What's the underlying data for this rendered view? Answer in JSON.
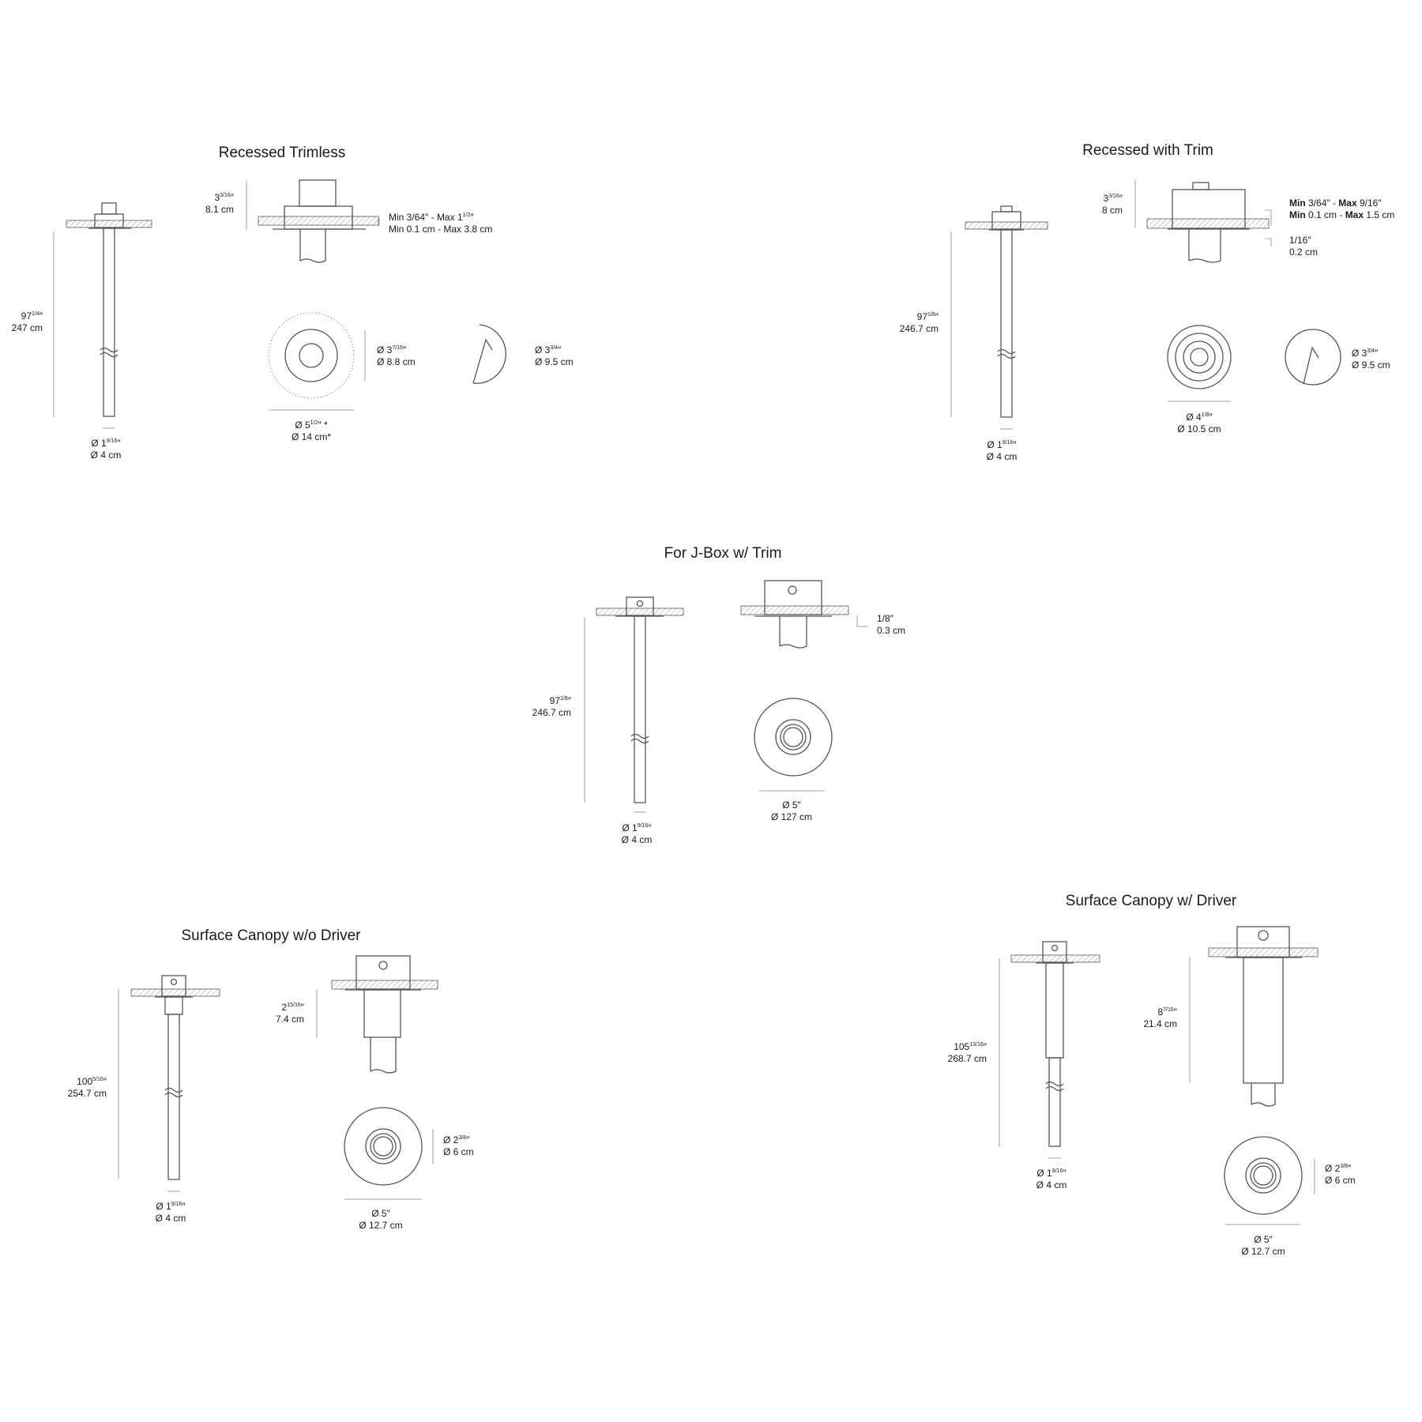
{
  "sections": {
    "trimless": {
      "title": "Recessed Trimless",
      "height_in": "97",
      "height_in_frac": "1/4",
      "height_cm": "247 cm",
      "pipe_in": "Ø 1",
      "pipe_in_frac": "9/16",
      "pipe_cm": "Ø 4 cm",
      "housing_in": "3",
      "housing_in_frac": "3/16",
      "housing_cm": "8.1 cm",
      "range_in_a": "Min 3/64″ - Max 1",
      "range_in_frac": "1/2",
      "range_cm": "Min 0.1 cm - Max 3.8 cm",
      "inner_in": "Ø 3",
      "inner_in_frac": "7/16",
      "inner_cm": "Ø 8.8 cm",
      "outer_in": "Ø 5",
      "outer_in_frac": "1/2",
      "outer_in_suffix": "″ *",
      "outer_cm": "Ø 14 cm*",
      "cutout_in": "Ø 3",
      "cutout_in_frac": "3/4",
      "cutout_cm": "Ø 9.5 cm"
    },
    "with_trim": {
      "title": "Recessed with Trim",
      "height_in": "97",
      "height_in_frac": "1/8",
      "height_cm": "246.7 cm",
      "pipe_in": "Ø 1",
      "pipe_in_frac": "9/16",
      "pipe_cm": "Ø 4 cm",
      "housing_in": "3",
      "housing_in_frac": "3/16",
      "housing_cm": "8 cm",
      "range_in_pre": "Min",
      "range_in_mid": " 3/64″ - ",
      "range_in_max": "Max",
      "range_in_post": " 9/16″",
      "range_cm_pre": "Min",
      "range_cm_mid": " 0.1 cm - ",
      "range_cm_max": "Max",
      "range_cm_post": " 1.5 cm",
      "trim_in": "1/16″",
      "trim_cm": "0.2 cm",
      "outer_in": "Ø 4",
      "outer_in_frac": "1/8",
      "outer_cm": "Ø 10.5 cm",
      "cutout_in": "Ø 3",
      "cutout_in_frac": "3/4",
      "cutout_cm": "Ø 9.5 cm"
    },
    "jbox": {
      "title": "For J-Box w/ Trim",
      "height_in": "97",
      "height_in_frac": "1/8",
      "height_cm": "246.7 cm",
      "pipe_in": "Ø 1",
      "pipe_in_frac": "9/16",
      "pipe_cm": "Ø 4 cm",
      "trim_in": "1/8″",
      "trim_cm": "0.3 cm",
      "outer_in": "Ø 5″",
      "outer_cm": "Ø 127 cm"
    },
    "canopy_wo": {
      "title": "Surface Canopy w/o Driver",
      "height_in": "100",
      "height_in_frac": "5/16",
      "height_cm": "254.7 cm",
      "pipe_in": "Ø 1",
      "pipe_in_frac": "9/16",
      "pipe_cm": "Ø 4 cm",
      "canopy_in": "2",
      "canopy_in_frac": "15/16",
      "canopy_cm": "7.4 cm",
      "inner_in": "Ø 2",
      "inner_in_frac": "3/8",
      "inner_cm": "Ø 6 cm",
      "outer_in": "Ø 5″",
      "outer_cm": "Ø 12.7 cm"
    },
    "canopy_w": {
      "title": "Surface Canopy w/ Driver",
      "height_in": "105",
      "height_in_frac": "13/16",
      "height_cm": "268.7 cm",
      "pipe_in": "Ø 1",
      "pipe_in_frac": "9/16",
      "pipe_cm": "Ø 4 cm",
      "canopy_in": "8",
      "canopy_in_frac": "7/16",
      "canopy_cm": "21.4 cm",
      "inner_in": "Ø 2",
      "inner_in_frac": "3/8",
      "inner_cm": "Ø 6 cm",
      "outer_in": "Ø 5″",
      "outer_cm": "Ø 12.7 cm"
    }
  }
}
